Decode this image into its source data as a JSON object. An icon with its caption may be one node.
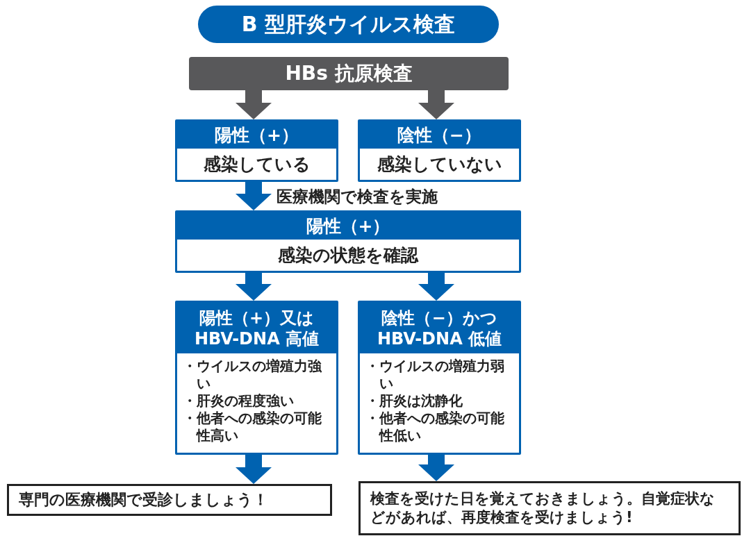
{
  "diagram": {
    "title": "B 型肝炎ウイルス検査",
    "nodes": [
      {
        "text": [
          "HBs 抗原検査"
        ]
      },
      {
        "text": [
          "陽性（+）",
          "感染している"
        ]
      },
      {
        "text": [
          "陰性（−）",
          "感染していない"
        ]
      },
      {
        "text": [
          "陽性（+）",
          "感染の状態を確認"
        ]
      },
      {
        "text": [
          "陽性（+）又は HBV-DNA 高値",
          "・ウイルスの増殖力強い",
          "・肝炎の程度強い",
          "・他者への感染の可能性高い"
        ]
      },
      {
        "text": [
          "陰性（−）かつ HBV-DNA 低値",
          "・ウイルスの増殖力弱い",
          "・肝炎は沈静化",
          "・他者への感染の可能性低い"
        ]
      },
      {
        "text": [
          "専門の医療機関で受診しましょう！"
        ]
      },
      {
        "text": [
          "検査を受けた日を覚えておきましょう。自覚症状などがあれば、再度検査を受けましょう!"
        ]
      }
    ],
    "edges": [
      {
        "from": 0,
        "to": 1,
        "arrow": "to",
        "color": "#58585a"
      },
      {
        "from": 0,
        "to": 2,
        "arrow": "to",
        "color": "#58585a"
      },
      {
        "from": 1,
        "to": 3,
        "arrow": "to",
        "label": "医療機関で検査を実施"
      },
      {
        "from": 3,
        "to": 4,
        "arrow": "to"
      },
      {
        "from": 3,
        "to": 5,
        "arrow": "to"
      },
      {
        "from": 4,
        "to": 6,
        "arrow": "to"
      },
      {
        "from": 5,
        "to": 7,
        "arrow": "to"
      }
    ]
  }
}
